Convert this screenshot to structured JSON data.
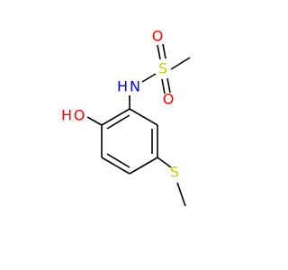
{
  "molecule": {
    "atoms": {
      "S_sulfonyl": {
        "label": "S",
        "color": "#cccc00"
      },
      "O_top": {
        "label": "O",
        "color": "#ff0000"
      },
      "O_bottom": {
        "label": "O",
        "color": "#ff0000"
      },
      "N": {
        "label": "N",
        "color": "#0000ff"
      },
      "H_on_N": {
        "label": "H",
        "color": "#0000ff"
      },
      "O_hydroxyl": {
        "label": "O",
        "color": "#ff0000"
      },
      "H_hydroxyl": {
        "label": "H",
        "color": "#ff0000"
      },
      "S_thioether": {
        "label": "S",
        "color": "#cccc00"
      }
    },
    "colors": {
      "bond": "#000000",
      "oxygen": "#ff0000",
      "nitrogen": "#0000ff",
      "sulfur": "#cccc00"
    }
  }
}
